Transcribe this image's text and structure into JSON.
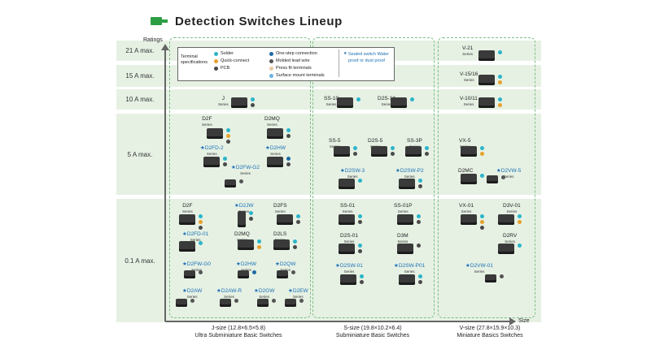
{
  "title": "Detection Switches Lineup",
  "axis": {
    "ratings": "Ratings",
    "size": "Size"
  },
  "colors": {
    "band": "#e6f1e4",
    "accent": "#2e9e44",
    "star": "#1a6fb5",
    "solder": "#2bb5c9",
    "quick": "#e8a12c",
    "pcb": "#4a4a4a",
    "onestep": "#1d6aa6",
    "molded": "#555555",
    "pressfit": "#e9c9a0",
    "smt": "#6cb3e0"
  },
  "ratings": [
    "21 A max.",
    "15 A max.",
    "10 A max.",
    "5 A max.",
    "0.1 A max."
  ],
  "legend": {
    "title": "Terminal specifications",
    "items": [
      "Solder",
      "Quick-connect",
      "PCB",
      "One-step connection",
      "Molded lead wire",
      "Press fit terminals",
      "Surface mount terminals"
    ],
    "star_note": "Sealed switch Water proof or dust proof"
  },
  "sizes": [
    {
      "name": "J-size (12.8×6.5×5.8)",
      "desc": "Ultra Subminiature Basic Switches"
    },
    {
      "name": "S-size (19.8×10.2×6.4)",
      "desc": "Subminiature Basic Switches"
    },
    {
      "name": "V-size (27.8×15.9×10.3)",
      "desc": "Miniature Basics Switches"
    }
  ],
  "products": [
    {
      "name": "J",
      "sub": "Series",
      "star": false
    },
    {
      "name": "SS-10",
      "sub": "Series",
      "star": false
    },
    {
      "name": "D2S-10",
      "sub": "Series",
      "star": false
    },
    {
      "name": "V-21",
      "sub": "Series",
      "star": false
    },
    {
      "name": "V-15/16",
      "sub": "Series",
      "star": false
    },
    {
      "name": "V-10/11",
      "sub": "Series",
      "star": false
    },
    {
      "name": "D2F",
      "sub": "Series",
      "star": false
    },
    {
      "name": "D2MQ",
      "sub": "Series",
      "star": false
    },
    {
      "name": "D2FD-2",
      "sub": "Series",
      "star": true
    },
    {
      "name": "D2HW",
      "sub": "Series",
      "star": true
    },
    {
      "name": "D2FW-G2",
      "sub": "Series",
      "star": true
    },
    {
      "name": "SS-5",
      "sub": "Series",
      "star": false
    },
    {
      "name": "D2S-5",
      "sub": "Series",
      "star": false
    },
    {
      "name": "SS-3P",
      "sub": "Series",
      "star": false
    },
    {
      "name": "D2SW-3",
      "sub": "Series",
      "star": true
    },
    {
      "name": "D2SW-P2",
      "sub": "Series",
      "star": true
    },
    {
      "name": "VX-5",
      "sub": "Series",
      "star": false
    },
    {
      "name": "D2MC",
      "sub": "Series",
      "star": false
    },
    {
      "name": "D2VW-5",
      "sub": "Series",
      "star": true
    },
    {
      "name": "D2F",
      "sub": "Series",
      "star": false
    },
    {
      "name": "D2JW",
      "sub": "Series",
      "star": true
    },
    {
      "name": "D2FS",
      "sub": "Series",
      "star": false
    },
    {
      "name": "D2FD-01",
      "sub": "Series",
      "star": true
    },
    {
      "name": "D2MQ",
      "sub": "Series",
      "star": false
    },
    {
      "name": "D2LS",
      "sub": "Series",
      "star": false
    },
    {
      "name": "D2FW-G0",
      "sub": "Series",
      "star": true
    },
    {
      "name": "D2HW",
      "sub": "Series",
      "star": true
    },
    {
      "name": "D2QW",
      "sub": "Series",
      "star": true
    },
    {
      "name": "D2AW",
      "sub": "Series",
      "star": true
    },
    {
      "name": "D2AW-R",
      "sub": "Series",
      "star": true
    },
    {
      "name": "D2GW",
      "sub": "Series",
      "star": true
    },
    {
      "name": "D2EW",
      "sub": "Series",
      "star": true
    },
    {
      "name": "SS-01",
      "sub": "Series",
      "star": false
    },
    {
      "name": "SS-01P",
      "sub": "Series",
      "star": false
    },
    {
      "name": "D2S-01",
      "sub": "Series",
      "star": false
    },
    {
      "name": "D3M",
      "sub": "Series",
      "star": false
    },
    {
      "name": "D2SW-01",
      "sub": "Series",
      "star": true
    },
    {
      "name": "D2SW-P01",
      "sub": "Series",
      "star": true
    },
    {
      "name": "VX-01",
      "sub": "Series",
      "star": false
    },
    {
      "name": "D3V-01",
      "sub": "Series",
      "star": false
    },
    {
      "name": "D2RV",
      "sub": "Series",
      "star": false
    },
    {
      "name": "D2VW-01",
      "sub": "Series",
      "star": true
    }
  ]
}
